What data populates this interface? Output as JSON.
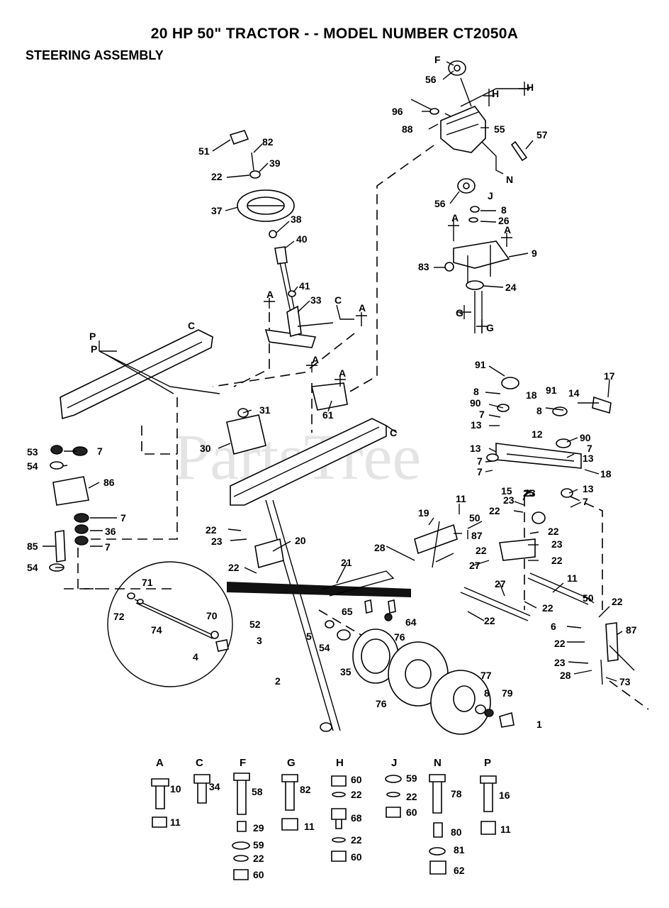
{
  "title": "20 HP 50\" TRACTOR - - MODEL NUMBER CT2050A",
  "subtitle": "STEERING ASSEMBLY",
  "watermark": "PartsTree",
  "callouts": [
    {
      "id": "c56a",
      "text": "56"
    },
    {
      "id": "c96",
      "text": "96"
    },
    {
      "id": "c88",
      "text": "88"
    },
    {
      "id": "c55",
      "text": "55"
    },
    {
      "id": "c57",
      "text": "57"
    },
    {
      "id": "c56b",
      "text": "56"
    },
    {
      "id": "c8a",
      "text": "8"
    },
    {
      "id": "c26",
      "text": "26"
    },
    {
      "id": "c9",
      "text": "9"
    },
    {
      "id": "c83",
      "text": "83"
    },
    {
      "id": "c24",
      "text": "24"
    },
    {
      "id": "c51",
      "text": "51"
    },
    {
      "id": "c82",
      "text": "82"
    },
    {
      "id": "c39",
      "text": "39"
    },
    {
      "id": "c22a",
      "text": "22"
    },
    {
      "id": "c37",
      "text": "37"
    },
    {
      "id": "c38",
      "text": "38"
    },
    {
      "id": "c40",
      "text": "40"
    },
    {
      "id": "c41",
      "text": "41"
    },
    {
      "id": "c33",
      "text": "33"
    },
    {
      "id": "c91a",
      "text": "91"
    },
    {
      "id": "c17",
      "text": "17"
    },
    {
      "id": "c8b",
      "text": "8"
    },
    {
      "id": "c90a",
      "text": "90"
    },
    {
      "id": "c91b",
      "text": "91"
    },
    {
      "id": "c18a",
      "text": "18"
    },
    {
      "id": "c14",
      "text": "14"
    },
    {
      "id": "c7a",
      "text": "7"
    },
    {
      "id": "c8c",
      "text": "8"
    },
    {
      "id": "c13a",
      "text": "13"
    },
    {
      "id": "c12",
      "text": "12"
    },
    {
      "id": "c90b",
      "text": "90"
    },
    {
      "id": "c7b",
      "text": "7"
    },
    {
      "id": "c13b",
      "text": "13"
    },
    {
      "id": "c13c",
      "text": "13"
    },
    {
      "id": "c7c",
      "text": "7"
    },
    {
      "id": "c7d",
      "text": "7"
    },
    {
      "id": "c18b",
      "text": "18"
    },
    {
      "id": "c15",
      "text": "15"
    },
    {
      "id": "c23a",
      "text": "23"
    },
    {
      "id": "c13d",
      "text": "13"
    },
    {
      "id": "c7e",
      "text": "7"
    },
    {
      "id": "c31",
      "text": "31"
    },
    {
      "id": "c61",
      "text": "61"
    },
    {
      "id": "c30",
      "text": "30"
    },
    {
      "id": "c53",
      "text": "53"
    },
    {
      "id": "c7f",
      "text": "7"
    },
    {
      "id": "c54a",
      "text": "54"
    },
    {
      "id": "c86",
      "text": "86"
    },
    {
      "id": "c7g",
      "text": "7"
    },
    {
      "id": "c36",
      "text": "36"
    },
    {
      "id": "c85",
      "text": "85"
    },
    {
      "id": "c7h",
      "text": "7"
    },
    {
      "id": "c54b",
      "text": "54"
    },
    {
      "id": "c11a",
      "text": "11"
    },
    {
      "id": "c19",
      "text": "19"
    },
    {
      "id": "c50a",
      "text": "50"
    },
    {
      "id": "c87a",
      "text": "87"
    },
    {
      "id": "c23b",
      "text": "23"
    },
    {
      "id": "c22b",
      "text": "22"
    },
    {
      "id": "c22c",
      "text": "22"
    },
    {
      "id": "c25",
      "text": "25"
    },
    {
      "id": "c23c",
      "text": "23"
    },
    {
      "id": "c22d",
      "text": "22"
    },
    {
      "id": "c20",
      "text": "20"
    },
    {
      "id": "c28a",
      "text": "28"
    },
    {
      "id": "c22e",
      "text": "22"
    },
    {
      "id": "c23d",
      "text": "23"
    },
    {
      "id": "c22f",
      "text": "22"
    },
    {
      "id": "c21",
      "text": "21"
    },
    {
      "id": "c22g",
      "text": "22"
    },
    {
      "id": "c27a",
      "text": "27"
    },
    {
      "id": "c27b",
      "text": "27"
    },
    {
      "id": "c11b",
      "text": "11"
    },
    {
      "id": "c50b",
      "text": "50"
    },
    {
      "id": "c22h",
      "text": "22"
    },
    {
      "id": "c22i",
      "text": "22"
    },
    {
      "id": "c22j",
      "text": "22"
    },
    {
      "id": "c6",
      "text": "6"
    },
    {
      "id": "c87b",
      "text": "87"
    },
    {
      "id": "c22k",
      "text": "22"
    },
    {
      "id": "c23e",
      "text": "23"
    },
    {
      "id": "c28b",
      "text": "28"
    },
    {
      "id": "c73",
      "text": "73"
    },
    {
      "id": "c71",
      "text": "71"
    },
    {
      "id": "c72",
      "text": "72"
    },
    {
      "id": "c74",
      "text": "74"
    },
    {
      "id": "c70",
      "text": "70"
    },
    {
      "id": "c4",
      "text": "4"
    },
    {
      "id": "c65",
      "text": "65"
    },
    {
      "id": "c64",
      "text": "64"
    },
    {
      "id": "c76a",
      "text": "76"
    },
    {
      "id": "c5",
      "text": "5"
    },
    {
      "id": "c54c",
      "text": "54"
    },
    {
      "id": "c52",
      "text": "52"
    },
    {
      "id": "c3",
      "text": "3"
    },
    {
      "id": "c35",
      "text": "35"
    },
    {
      "id": "c2",
      "text": "2"
    },
    {
      "id": "c76b",
      "text": "76"
    },
    {
      "id": "c77",
      "text": "77"
    },
    {
      "id": "c8d",
      "text": "8"
    },
    {
      "id": "c79",
      "text": "79"
    },
    {
      "id": "c1",
      "text": "1"
    }
  ],
  "ref_letters": [
    {
      "id": "rF",
      "text": "F"
    },
    {
      "id": "rH1",
      "text": "H"
    },
    {
      "id": "rH2",
      "text": "H"
    },
    {
      "id": "rN",
      "text": "N"
    },
    {
      "id": "rJ",
      "text": "J"
    },
    {
      "id": "rA1",
      "text": "A"
    },
    {
      "id": "rA2",
      "text": "A"
    },
    {
      "id": "rG1",
      "text": "G"
    },
    {
      "id": "rG2",
      "text": "G"
    },
    {
      "id": "rA3",
      "text": "A"
    },
    {
      "id": "rC1",
      "text": "C"
    },
    {
      "id": "rA4",
      "text": "A"
    },
    {
      "id": "rC2",
      "text": "C"
    },
    {
      "id": "rP1",
      "text": "P"
    },
    {
      "id": "rP2",
      "text": "P"
    },
    {
      "id": "rA5",
      "text": "A"
    },
    {
      "id": "rA6",
      "text": "A"
    },
    {
      "id": "rC3",
      "text": "C"
    }
  ],
  "hardware_groups": [
    {
      "letter": "A",
      "parts": [
        "10",
        "11"
      ]
    },
    {
      "letter": "C",
      "parts": [
        "34"
      ]
    },
    {
      "letter": "F",
      "parts": [
        "58",
        "29",
        "59",
        "22",
        "60"
      ]
    },
    {
      "letter": "G",
      "parts": [
        "82",
        "11"
      ]
    },
    {
      "letter": "H",
      "parts": [
        "60",
        "22",
        "68",
        "22",
        "60"
      ]
    },
    {
      "letter": "J",
      "parts": [
        "59",
        "22",
        "60"
      ]
    },
    {
      "letter": "N",
      "parts": [
        "78",
        "80",
        "81",
        "62"
      ]
    },
    {
      "letter": "P",
      "parts": [
        "16",
        "11"
      ]
    }
  ]
}
